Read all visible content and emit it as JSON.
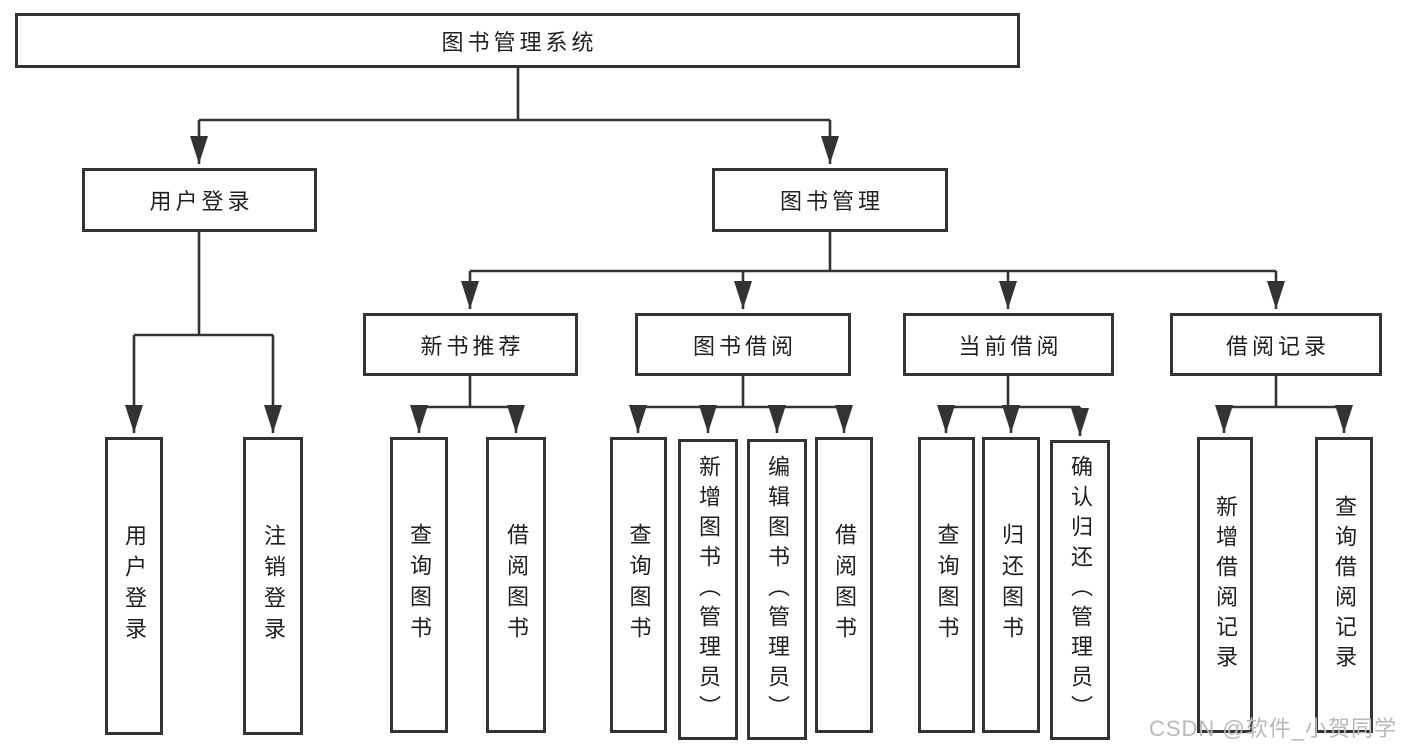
{
  "diagram": {
    "title": "图书管理系统",
    "nodes": {
      "root": "图书管理系统",
      "user_login": "用户登录",
      "book_mgmt": "图书管理",
      "new_book_rec": "新书推荐",
      "book_borrow": "图书借阅",
      "current_borrow": "当前借阅",
      "borrow_records": "借阅记录",
      "ul_user_login": "用户登录",
      "ul_logout": "注销登录",
      "nr_query_book": "查询图书",
      "nr_borrow_book": "借阅图书",
      "bb_query_book": "查询图书",
      "bb_add_book": "新增图书（管理员）",
      "bb_edit_book": "编辑图书（管理员）",
      "bb_borrow_book": "借阅图书",
      "cb_query_book": "查询图书",
      "cb_return_book": "归还图书",
      "cb_confirm_return": "确认归还（管理员）",
      "br_add_record": "新增借阅记录",
      "br_query_record": "查询借阅记录"
    },
    "colors": {
      "line": "#333333",
      "text": "#1f1f1f",
      "background": "#ffffff",
      "watermark": "#b9b9b9"
    }
  },
  "watermark": "CSDN @软件_小贺同学"
}
